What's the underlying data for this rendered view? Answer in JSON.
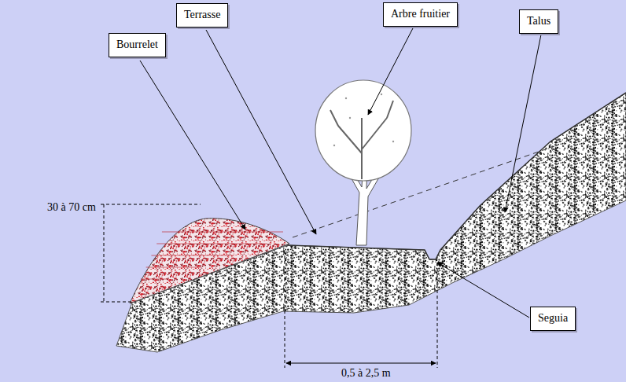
{
  "diagram": {
    "nodes": [
      {
        "text": [
          "Arbre fruitier"
        ]
      },
      {
        "text": [
          "Terrasse"
        ]
      },
      {
        "text": [
          "Talus"
        ]
      },
      {
        "text": [
          "Bourrelet"
        ]
      },
      {
        "text": [
          "Seguia"
        ]
      }
    ],
    "labels": [
      "30 à 70 cm",
      "0,5 à 2,5 m"
    ]
  }
}
